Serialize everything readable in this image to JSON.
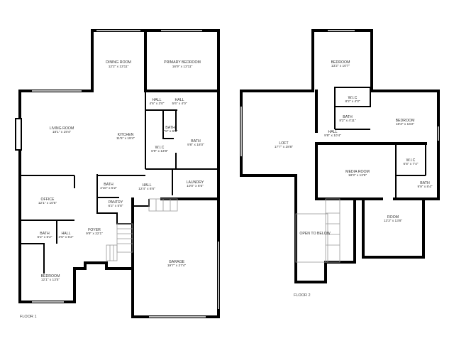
{
  "floor1": {
    "label": "FLOOR 1",
    "rooms": [
      {
        "name": "DINING ROOM",
        "dims": "12'2\" x 13'11\""
      },
      {
        "name": "PRIMARY BEDROOM",
        "dims": "16'9\" x 13'11\""
      },
      {
        "name": "LIVING ROOM",
        "dims": "18'1\" x 19'4\""
      },
      {
        "name": "KITCHEN",
        "dims": "11'5\" x 19'4\""
      },
      {
        "name": "HALL",
        "dims": "4'6\" x 3'0\""
      },
      {
        "name": "HALL",
        "dims": "5'6\" x 4'0\""
      },
      {
        "name": "BATH",
        "dims": "7'8\" x 6'8\""
      },
      {
        "name": "W.I.C",
        "dims": "6'9\" x 13'8\""
      },
      {
        "name": "BATH",
        "dims": "9'8\" x 18'0\""
      },
      {
        "name": "BATH",
        "dims": "4'10\" x 5'2\""
      },
      {
        "name": "HALL",
        "dims": "12'4\" x 6'6\""
      },
      {
        "name": "LAUNDRY",
        "dims": "10'0\" x 6'6\""
      },
      {
        "name": "PANTRY",
        "dims": "6'2\" x 5'8\""
      },
      {
        "name": "OFFICE",
        "dims": "12'1\" x 10'5\""
      },
      {
        "name": "BATH",
        "dims": "6'2\" x 5'2\""
      },
      {
        "name": "HALL",
        "dims": "3'6\" x 5'2\""
      },
      {
        "name": "FOYER",
        "dims": "9'9\" x 22'1\""
      },
      {
        "name": "BEDROOM",
        "dims": "12'1\" x 13'5\""
      },
      {
        "name": "GARAGE",
        "dims": "19'7\" x 27'4\""
      }
    ]
  },
  "floor2": {
    "label": "FLOOR 2",
    "rooms": [
      {
        "name": "BEDROOM",
        "dims": "13'2\" x 10'7\""
      },
      {
        "name": "W.I.C",
        "dims": "8'2\" x 4'3\""
      },
      {
        "name": "BATH",
        "dims": "8'2\" x 4'11\""
      },
      {
        "name": "BEDROOM",
        "dims": "18'3\" x 16'2\""
      },
      {
        "name": "HALL",
        "dims": "9'8\" x 10'4\""
      },
      {
        "name": "LOFT",
        "dims": "17'7\" x 28'8\""
      },
      {
        "name": "MEDIA ROOM",
        "dims": "18'3\" x 12'6\""
      },
      {
        "name": "W.I.C",
        "dims": "6'8\" x 7'4\""
      },
      {
        "name": "BATH",
        "dims": "9'9\" x 8'4\""
      },
      {
        "name": "ROOM",
        "dims": "13'3\" x 13'8\""
      },
      {
        "name": "OPEN TO BELOW",
        "dims": ""
      }
    ]
  }
}
